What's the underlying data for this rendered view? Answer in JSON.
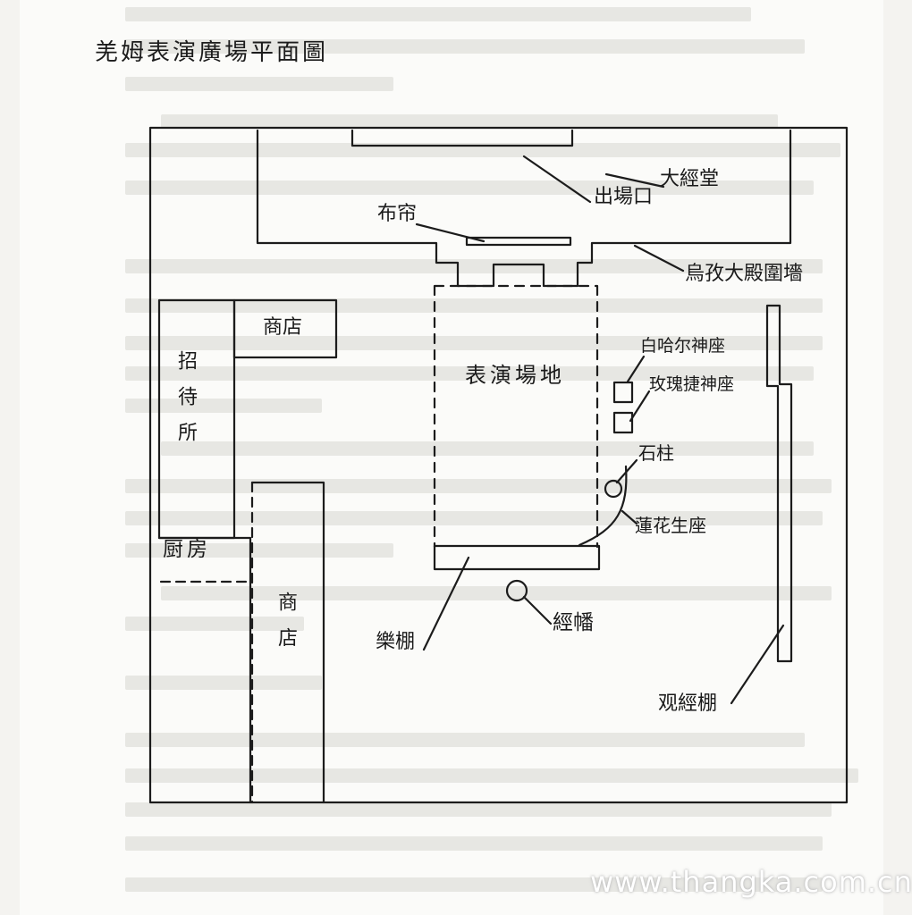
{
  "title": "羌姆表演廣場平面圖",
  "labels": {
    "great_hall": "大經堂",
    "exit": "出場口",
    "curtain": "布帘",
    "enclosure_wall": "烏孜大殿圍墻",
    "shop_top": "商店",
    "guest_house": "招待所",
    "stage": "表演場地",
    "baihar_seat": "白哈尔神座",
    "yulijing_seat": "玫瑰捷神座",
    "stone_pillar": "石柱",
    "lotus_seat": "蓮花生座",
    "kitchen": "厨房",
    "shop_bottom": "商店",
    "music_shed": "樂棚",
    "banner": "經幡",
    "audience_shed": "观經棚"
  },
  "watermark": "www.thangka.com.cn"
}
